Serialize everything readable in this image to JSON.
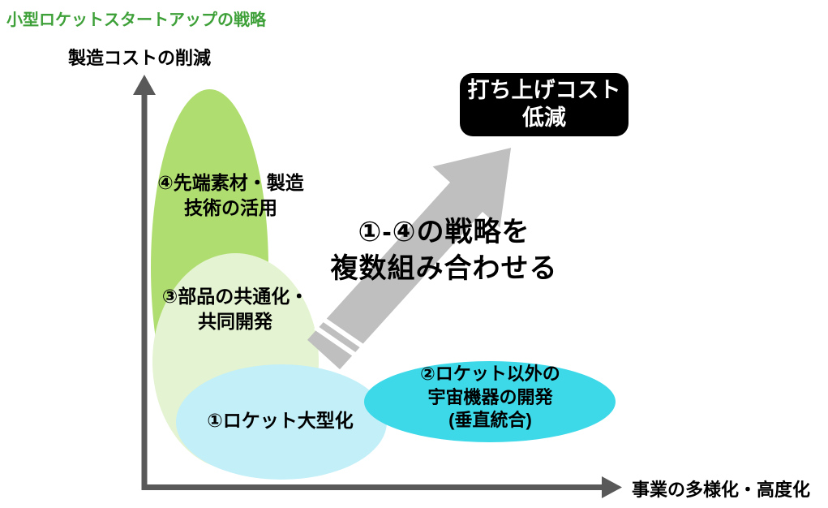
{
  "title": "小型ロケットスタートアップの戦略",
  "colors": {
    "title_green": "#3EA038",
    "axis_gray": "#595959",
    "arrow_gray": "#BFBFBF",
    "goal_box_bg": "#000000",
    "goal_box_text": "#FFFFFF",
    "label_text": "#000000"
  },
  "axes": {
    "y_label": "製造コストの削減",
    "x_label": "事業の多様化・高度化",
    "color": "#595959"
  },
  "goal_box": {
    "line1": "打ち上げコスト",
    "line2": "低減"
  },
  "combine_note": {
    "line1": "①-④の戦略を",
    "line2": "複数組み合わせる"
  },
  "arrow": {
    "color": "#BFBFBF"
  },
  "strategies": [
    {
      "number": "①",
      "lines": [
        "①ロケット大型化"
      ],
      "color": "#C2EFF8"
    },
    {
      "number": "②",
      "lines": [
        "②ロケット以外の",
        "宇宙機器の開発",
        "(垂直統合)"
      ],
      "color": "#3DD9E8"
    },
    {
      "number": "③",
      "lines": [
        "③部品の共通化・",
        "共同開発"
      ],
      "color": "#E4F3D1"
    },
    {
      "number": "④",
      "lines": [
        "④先端素材・製造",
        "技術の活用"
      ],
      "color": "#B0DD70"
    }
  ]
}
